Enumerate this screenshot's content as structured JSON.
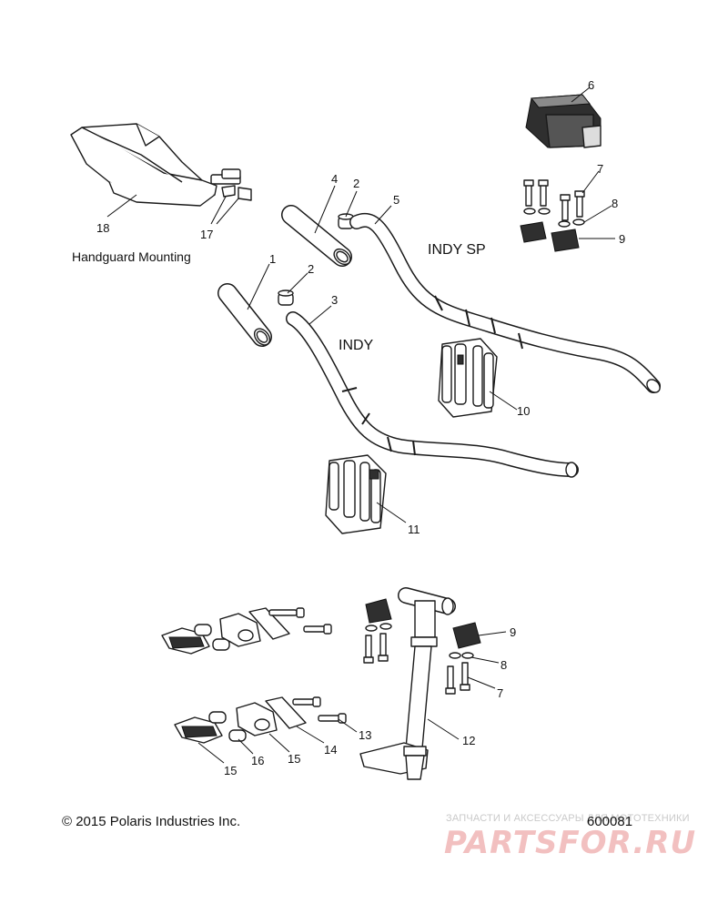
{
  "callouts": {
    "c1": "1",
    "c2a": "2",
    "c2b": "2",
    "c3": "3",
    "c4": "4",
    "c5": "5",
    "c6": "6",
    "c7a": "7",
    "c8a": "8",
    "c9a": "9",
    "c10": "10",
    "c11": "11",
    "c12": "12",
    "c13": "13",
    "c14": "14",
    "c15a": "15",
    "c15b": "15",
    "c16": "16",
    "c17": "17",
    "c18": "18",
    "c9b": "9",
    "c8b": "8",
    "c7b": "7"
  },
  "labels": {
    "indy_sp": "INDY SP",
    "indy": "INDY",
    "handguard": "Handguard Mounting"
  },
  "footer": {
    "copyright": "© 2015 Polaris Industries Inc.",
    "part_number": "600081"
  },
  "watermark": {
    "top_text": "ЗАПЧАСТИ И АКСЕССУАРЫ ДЛЯ МОТОТЕХНИКИ",
    "logo_text": "PARTSFOR.RU"
  }
}
